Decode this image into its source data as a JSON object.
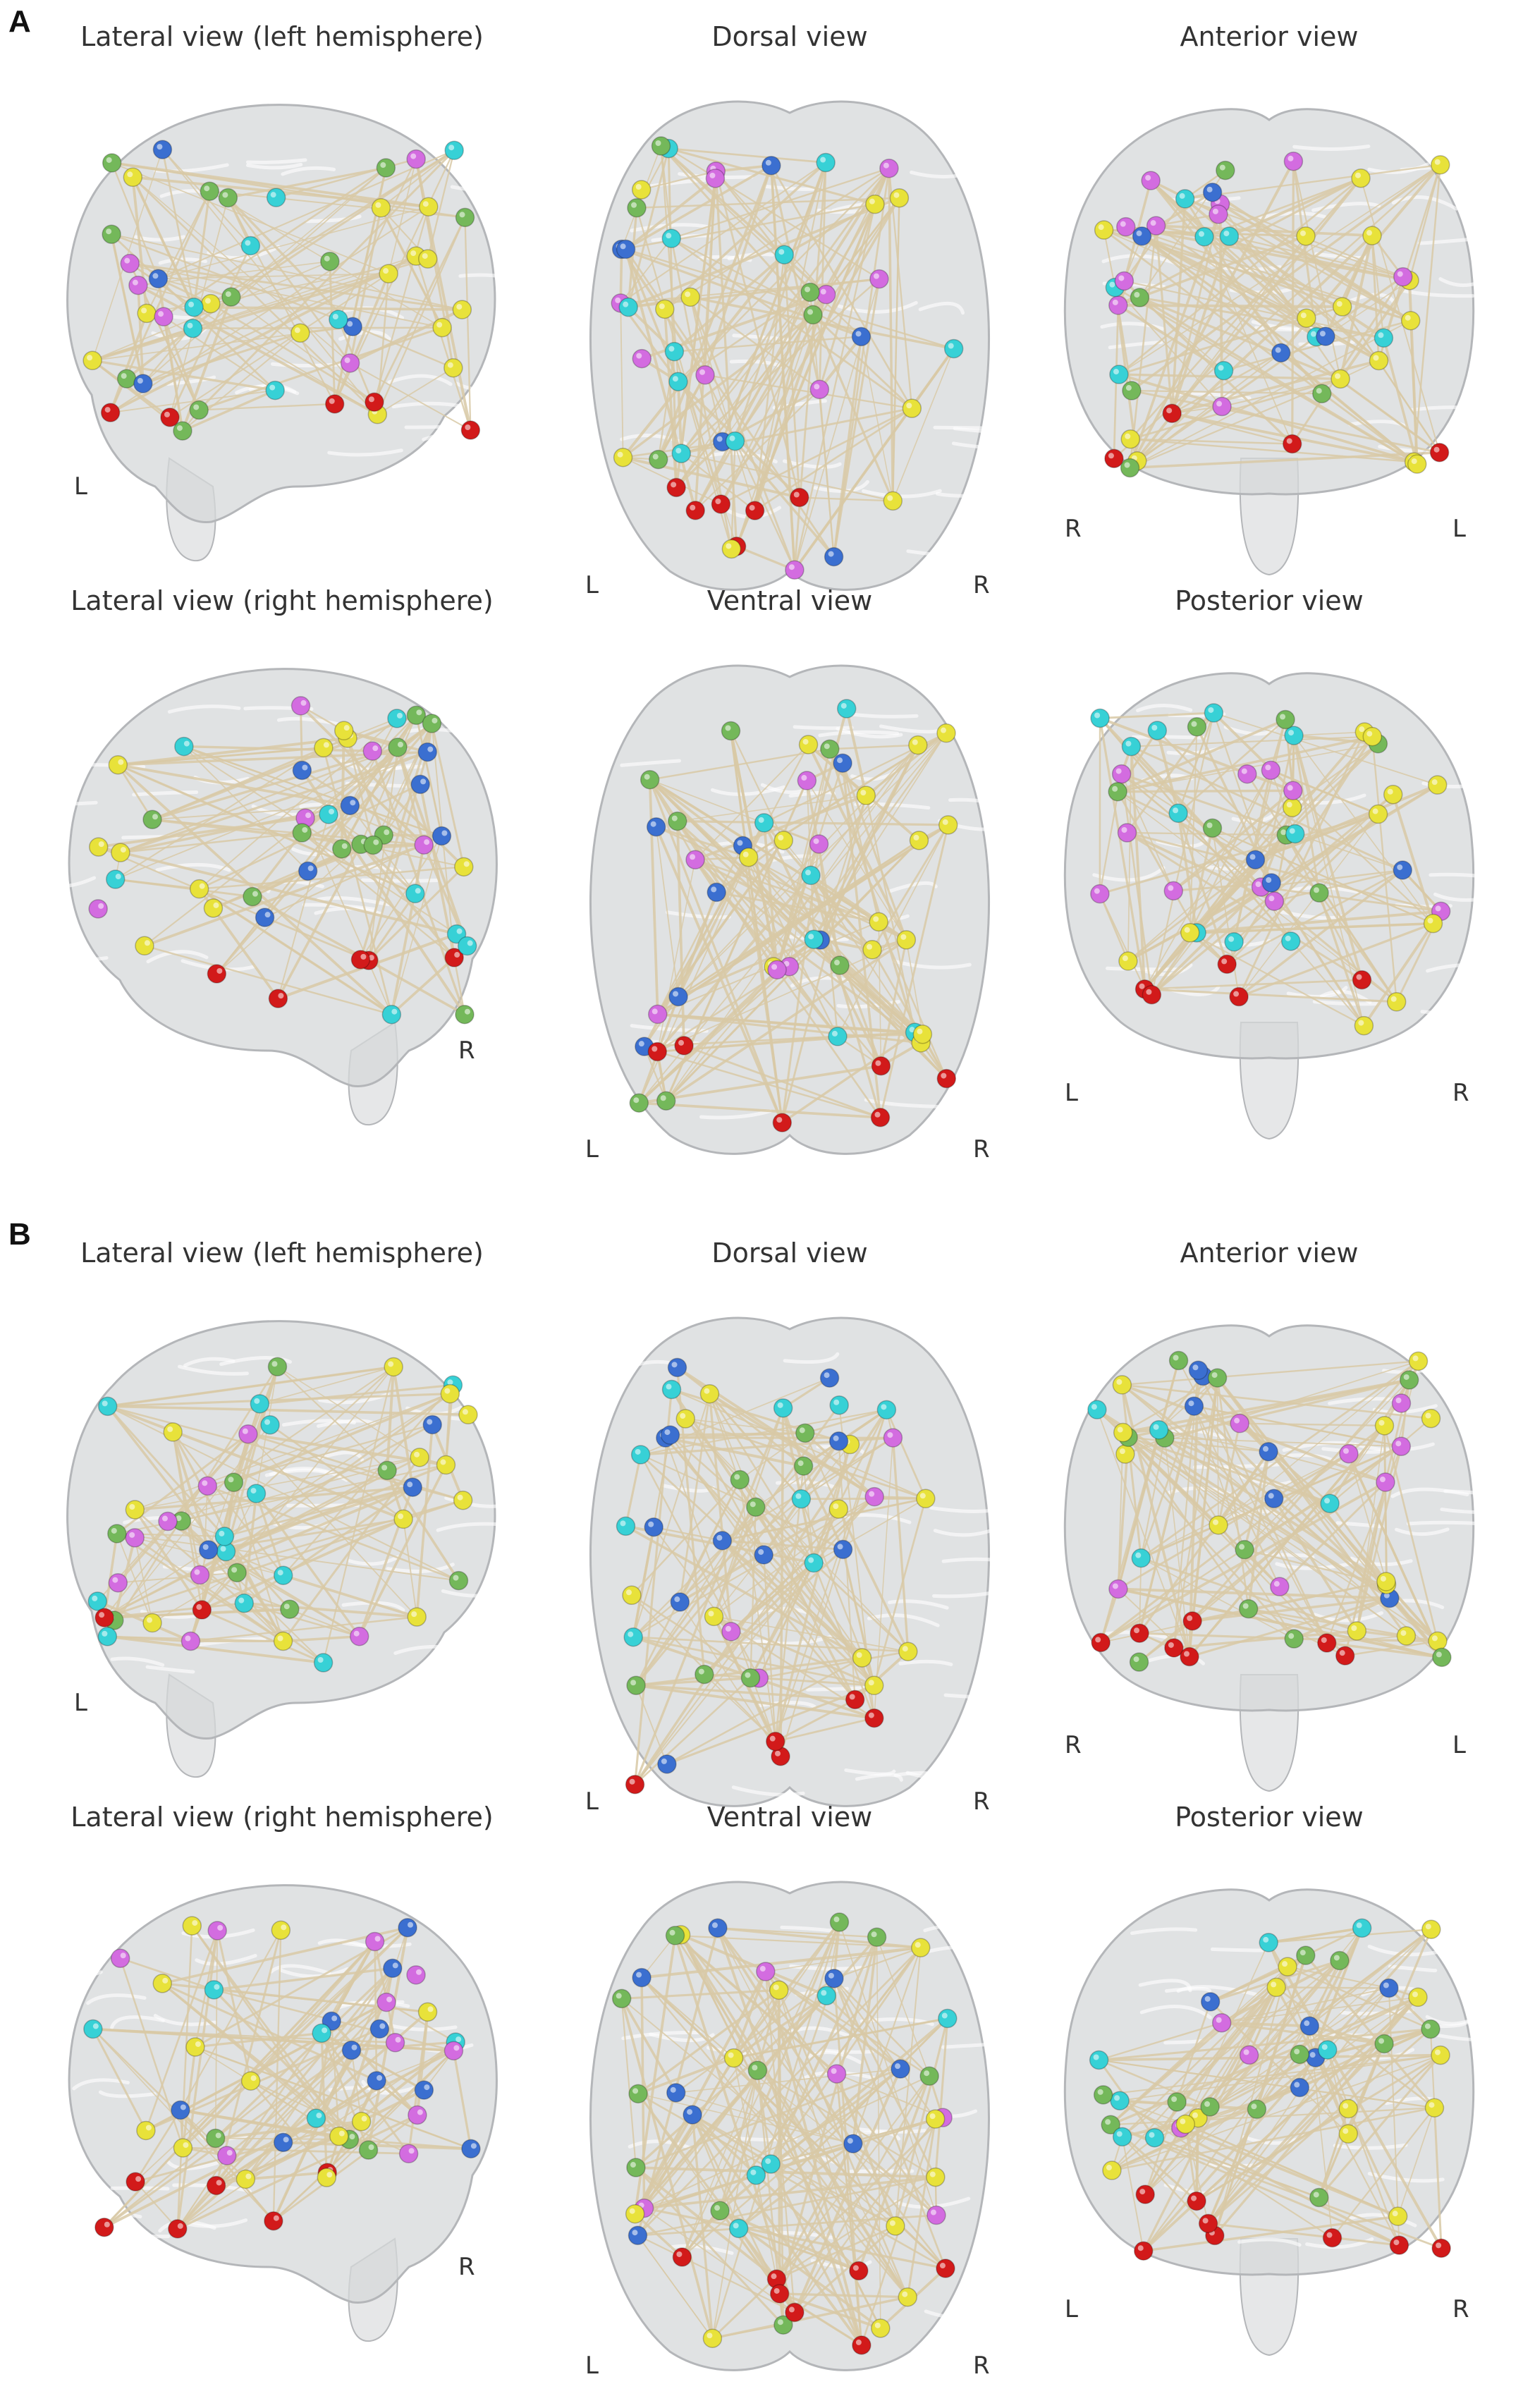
{
  "panels": [
    {
      "letter": "A",
      "views": [
        {
          "title": "Lateral view (left hemisphere)",
          "shape": "lateral",
          "mirror": false,
          "left_label": "L",
          "right_label": "",
          "edges": 120,
          "density": 1.0
        },
        {
          "title": "Dorsal view",
          "shape": "dorsal",
          "mirror": false,
          "left_label": "L",
          "right_label": "R",
          "edges": 150,
          "density": 1.0
        },
        {
          "title": "Anterior view",
          "shape": "coronal",
          "mirror": false,
          "left_label": "R",
          "right_label": "L",
          "edges": 140,
          "density": 1.0
        },
        {
          "title": "Lateral view (right hemisphere)",
          "shape": "lateral",
          "mirror": true,
          "left_label": "",
          "right_label": "R",
          "edges": 120,
          "density": 1.0
        },
        {
          "title": "Ventral view",
          "shape": "dorsal",
          "mirror": false,
          "left_label": "L",
          "right_label": "R",
          "edges": 170,
          "density": 1.0
        },
        {
          "title": "Posterior view",
          "shape": "coronal",
          "mirror": false,
          "left_label": "L",
          "right_label": "R",
          "edges": 150,
          "density": 1.0
        }
      ]
    },
    {
      "letter": "B",
      "views": [
        {
          "title": "Lateral view (left hemisphere)",
          "shape": "lateral",
          "mirror": false,
          "left_label": "L",
          "right_label": "",
          "edges": 130,
          "density": 1.0
        },
        {
          "title": "Dorsal view",
          "shape": "dorsal",
          "mirror": false,
          "left_label": "L",
          "right_label": "R",
          "edges": 160,
          "density": 1.0
        },
        {
          "title": "Anterior view",
          "shape": "coronal",
          "mirror": false,
          "left_label": "R",
          "right_label": "L",
          "edges": 150,
          "density": 1.0
        },
        {
          "title": "Lateral view (right hemisphere)",
          "shape": "lateral",
          "mirror": true,
          "left_label": "",
          "right_label": "R",
          "edges": 130,
          "density": 1.0
        },
        {
          "title": "Ventral view",
          "shape": "dorsal",
          "mirror": false,
          "left_label": "L",
          "right_label": "R",
          "edges": 180,
          "density": 1.0
        },
        {
          "title": "Posterior view",
          "shape": "coronal",
          "mirror": false,
          "left_label": "L",
          "right_label": "R",
          "edges": 160,
          "density": 1.0
        }
      ]
    }
  ],
  "colors": {
    "brain_fill": "#d6d8da",
    "brain_stroke": "#b4b6b9",
    "edge": "#d8c9a6",
    "node_palette": [
      "#3b6fd0",
      "#37d1d6",
      "#d36ce0",
      "#e8e23a",
      "#74b85a",
      "#d21a1a"
    ]
  }
}
